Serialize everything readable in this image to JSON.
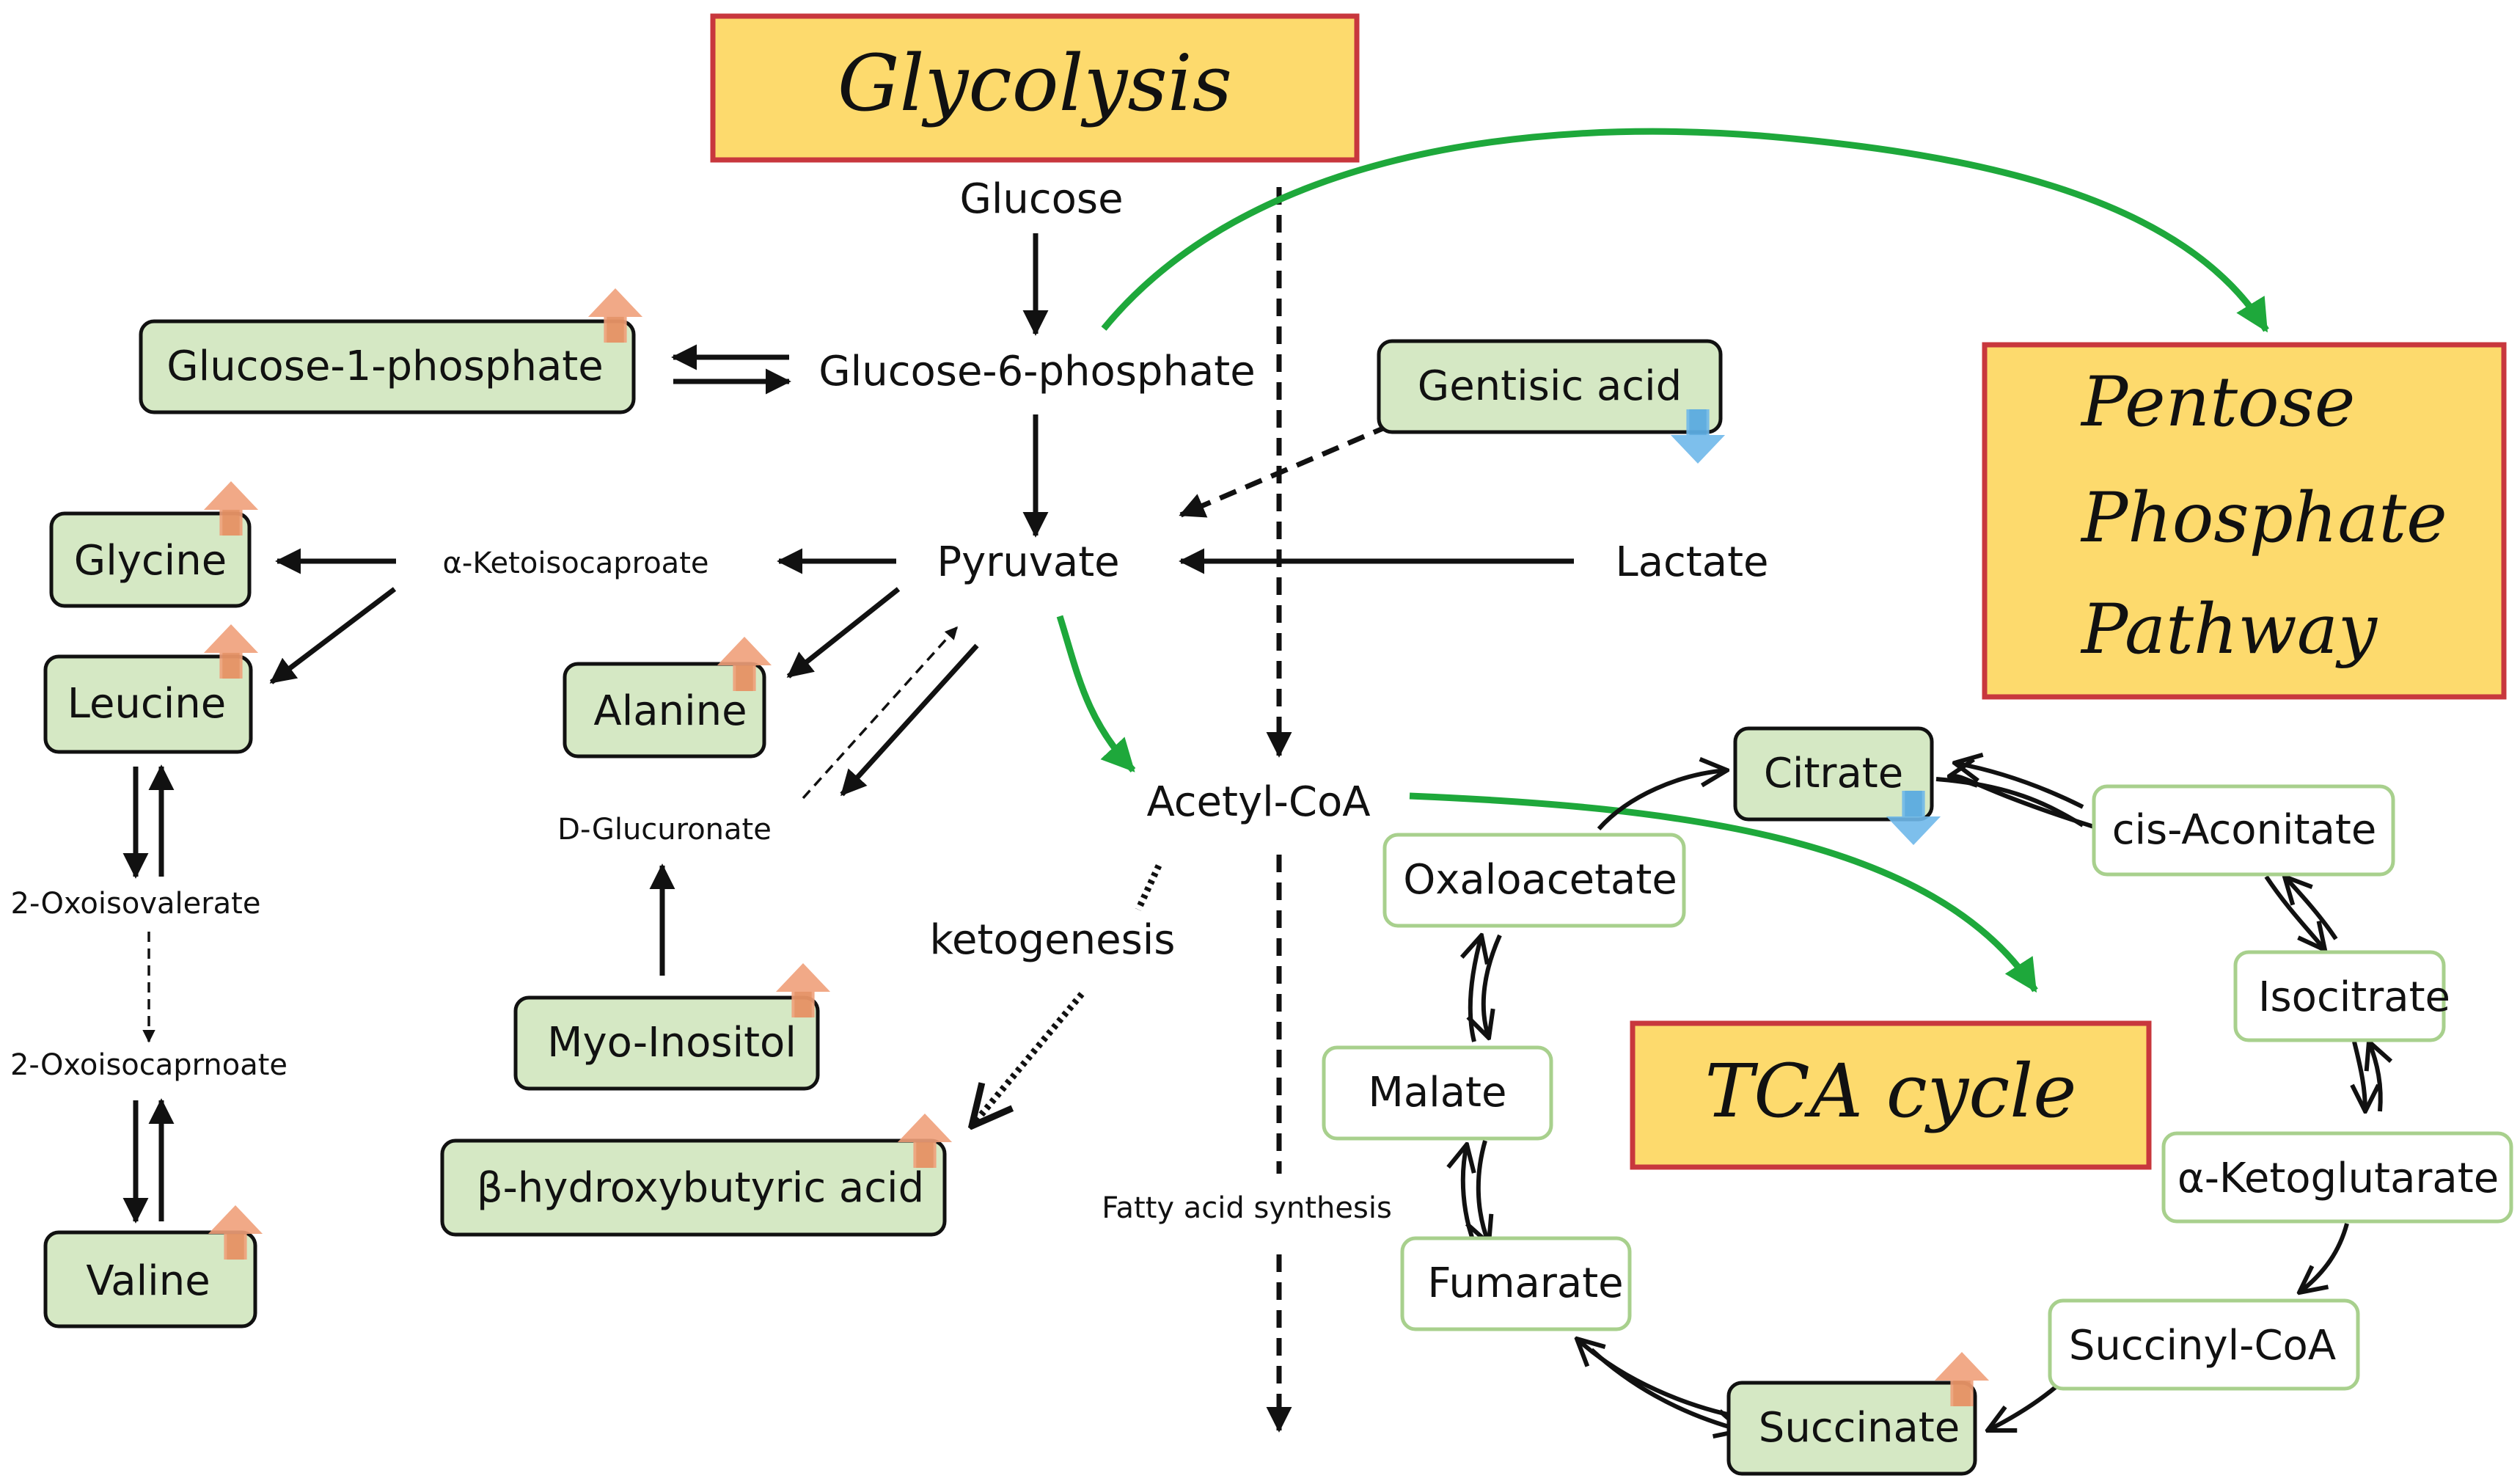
{
  "title_boxes": {
    "glycolysis": "Glycolysis",
    "ppp": [
      "Pentose",
      "Phosphate",
      "Pathway"
    ],
    "tca": "TCA cycle"
  },
  "metabolites": {
    "glucose": "Glucose",
    "glucose_6_phosphate": "Glucose-6-phosphate",
    "pyruvate": "Pyruvate",
    "lactate": "Lactate",
    "acetyl_coa": "Acetyl-CoA",
    "alpha_ketoisocaproate": "α-Ketoisocaproate",
    "d_glucuronate": "D-Glucuronate",
    "oxoisovalerate": "2-Oxoisovalerate",
    "oxoisocaprnoate": "2-Oxoisocaprnoate",
    "ketogenesis": "ketogenesis",
    "fatty_acid_synthesis": "Fatty acid synthesis"
  },
  "measured": {
    "glucose_1_phosphate": {
      "label": "Glucose-1-phosphate",
      "change": "up"
    },
    "gentisic_acid": {
      "label": "Gentisic acid",
      "change": "down"
    },
    "glycine": {
      "label": "Glycine",
      "change": "up"
    },
    "leucine": {
      "label": "Leucine",
      "change": "up"
    },
    "alanine": {
      "label": "Alanine",
      "change": "up"
    },
    "valine": {
      "label": "Valine",
      "change": "up"
    },
    "myo_inositol": {
      "label": "Myo-Inositol",
      "change": "up"
    },
    "b_hydroxybutyric": {
      "label": "β-hydroxybutyric acid",
      "change": "up"
    },
    "citrate": {
      "label": "Citrate",
      "change": "down"
    },
    "succinate": {
      "label": "Succinate",
      "change": "up"
    }
  },
  "tca_intermediates": {
    "cis_aconitate": "cis-Aconitate",
    "isocitrate": "Isocitrate",
    "a_ketoglutarate": "α-Ketoglutarate",
    "succinyl_coa": "Succinyl-CoA",
    "fumarate": "Fumarate",
    "malate": "Malate",
    "oxaloacetate": "Oxaloacetate"
  },
  "colors": {
    "measured_fill": "#d5e8c4",
    "measured_border": "#111111",
    "tca_border": "#a8d08d",
    "title_fill": "#fdda6d",
    "title_border": "#c8373d",
    "green_arrow": "#1ea83b",
    "up_arrow": "#f0a07a",
    "down_arrow": "#6fb8ea"
  }
}
